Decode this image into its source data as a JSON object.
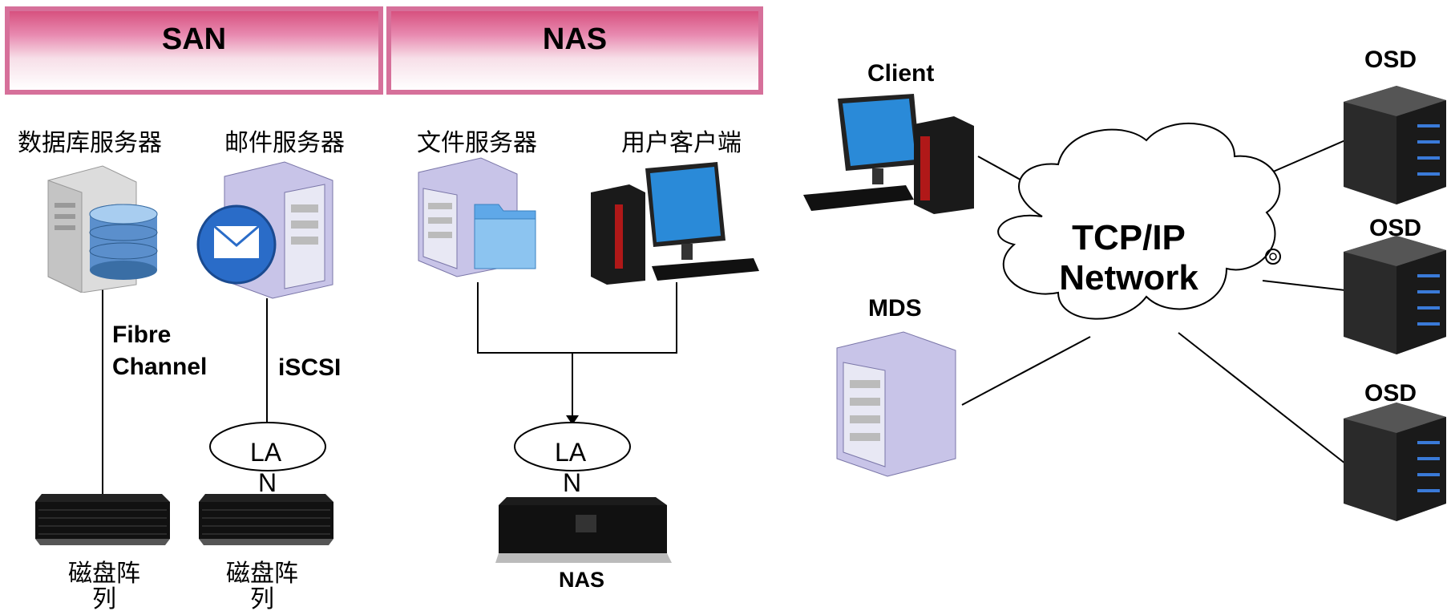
{
  "headers": {
    "san": "SAN",
    "nas": "NAS"
  },
  "san": {
    "db_server_label": "数据库服务器",
    "mail_server_label": "邮件服务器",
    "fibre_channel_line1": "Fibre",
    "fibre_channel_line2": "Channel",
    "iscsi_label": "iSCSI",
    "lan_label_line1": "LA",
    "lan_label_line2": "N",
    "disk_array_line1": "磁盘阵",
    "disk_array_line2": "列"
  },
  "nas": {
    "file_server_label": "文件服务器",
    "client_label": "用户客户端",
    "lan_label_line1": "LA",
    "lan_label_line2": "N",
    "nas_device_label": "NAS"
  },
  "object_storage": {
    "client_label": "Client",
    "mds_label": "MDS",
    "network_line1": "TCP/IP",
    "network_line2": "Network",
    "osd_labels": [
      "OSD",
      "OSD",
      "OSD"
    ]
  },
  "icons": {
    "db_server": "database-server-icon",
    "mail_server": "mail-server-icon",
    "file_server": "file-server-icon",
    "desktop_pc": "desktop-computer-icon",
    "disk_array": "disk-array-icon",
    "nas_device": "nas-device-icon",
    "mds_server": "metadata-server-icon",
    "osd_server": "storage-server-icon",
    "cloud": "network-cloud-icon"
  },
  "colors": {
    "header_border": "#d6709a",
    "header_fill_top": "#d7517f"
  }
}
